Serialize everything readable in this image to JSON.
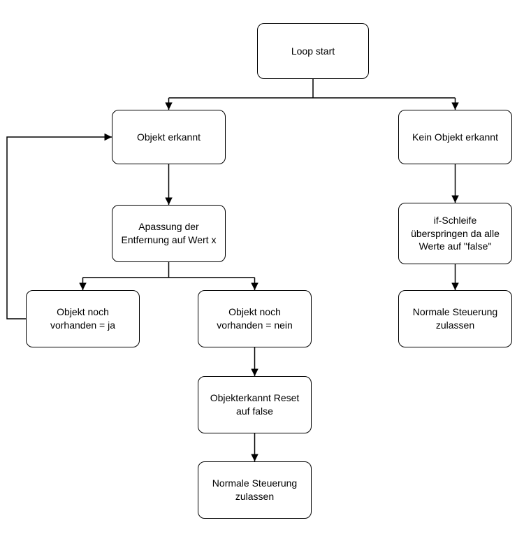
{
  "diagram": {
    "type": "flowchart",
    "background": "#ffffff",
    "colors": {
      "node_fill": "#ffffff",
      "node_border": "#000000",
      "node_text": "#000000",
      "connector": "#000000"
    },
    "nodes": [
      {
        "id": "loop-start",
        "label": "Loop start"
      },
      {
        "id": "objekt-erkannt",
        "label": "Objekt erkannt"
      },
      {
        "id": "kein-objekt-erkannt",
        "label": "Kein Objekt erkannt"
      },
      {
        "id": "anpassung-entfernung",
        "label": "Apassung der\nEntfernung auf Wert x"
      },
      {
        "id": "objekt-vorhanden-ja",
        "label": "Objekt noch\nvorhanden = ja"
      },
      {
        "id": "objekt-vorhanden-nein",
        "label": "Objekt noch\nvorhanden = nein"
      },
      {
        "id": "if-schleife-ueberspringen",
        "label": "if-Schleife\nüberspringen da alle\nWerte auf \"false\""
      },
      {
        "id": "normale-steuerung-rechts",
        "label": "Normale Steuerung\nzulassen"
      },
      {
        "id": "objekterkannt-reset",
        "label": "Objekterkannt Reset\nauf false"
      },
      {
        "id": "normale-steuerung-unten",
        "label": "Normale Steuerung\nzulassen"
      }
    ],
    "edges": [
      {
        "from": "loop-start",
        "to": "objekt-erkannt"
      },
      {
        "from": "loop-start",
        "to": "kein-objekt-erkannt"
      },
      {
        "from": "objekt-erkannt",
        "to": "anpassung-entfernung"
      },
      {
        "from": "anpassung-entfernung",
        "to": "objekt-vorhanden-ja"
      },
      {
        "from": "anpassung-entfernung",
        "to": "objekt-vorhanden-nein"
      },
      {
        "from": "objekt-vorhanden-ja",
        "to": "objekt-erkannt"
      },
      {
        "from": "objekt-vorhanden-nein",
        "to": "objekterkannt-reset"
      },
      {
        "from": "objekterkannt-reset",
        "to": "normale-steuerung-unten"
      },
      {
        "from": "kein-objekt-erkannt",
        "to": "if-schleife-ueberspringen"
      },
      {
        "from": "if-schleife-ueberspringen",
        "to": "normale-steuerung-rechts"
      }
    ]
  }
}
